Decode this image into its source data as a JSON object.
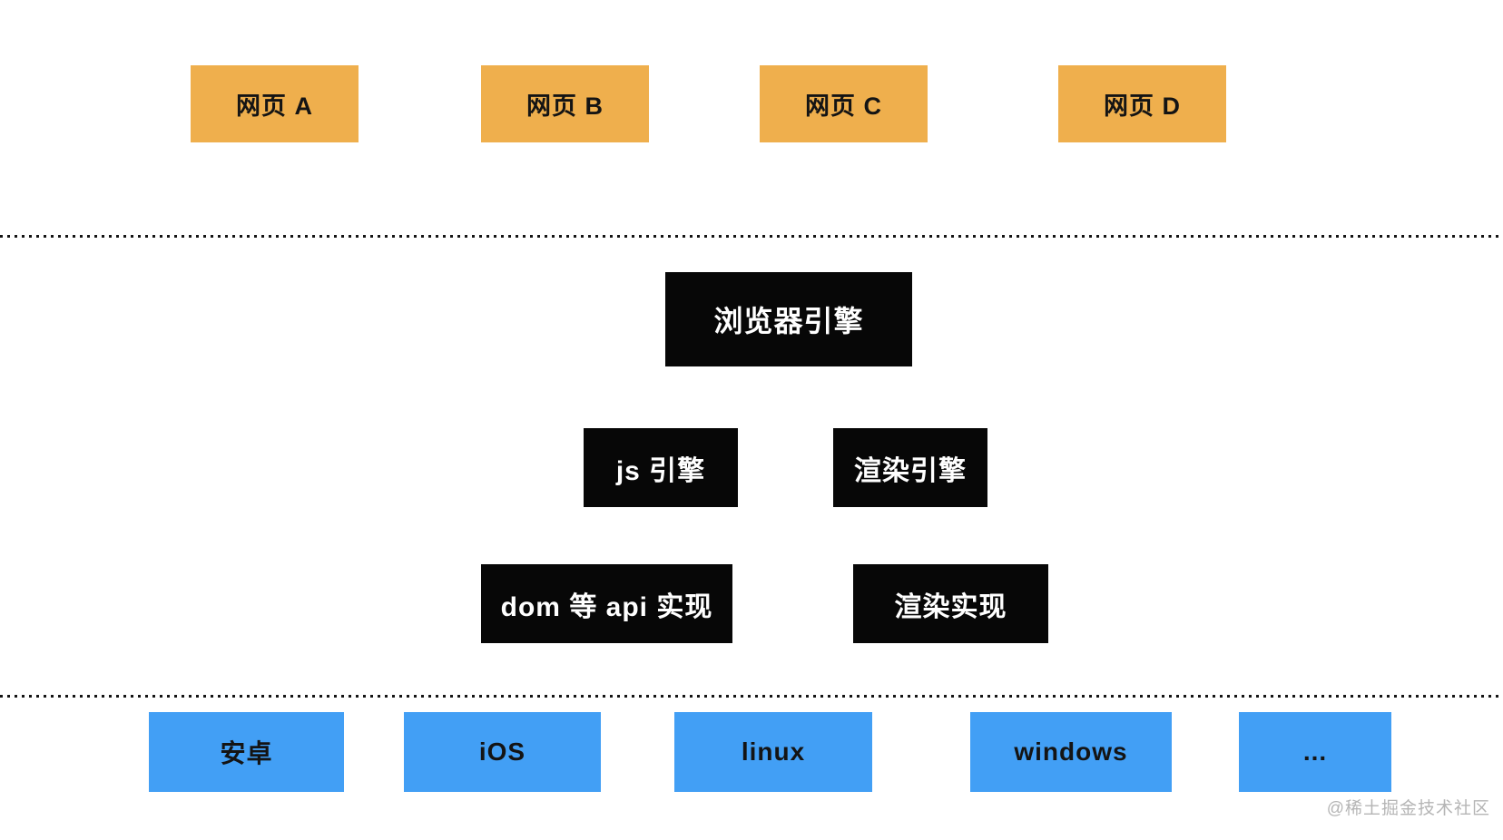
{
  "colors": {
    "webpage_fill": "#efaf4d",
    "engine_fill": "#070707",
    "platform_fill": "#429ff5",
    "dot_color": "#141414",
    "watermark_color": "#b5b5b5"
  },
  "layers": {
    "webpages": {
      "items": [
        {
          "label": "网页 A"
        },
        {
          "label": "网页 B"
        },
        {
          "label": "网页 C"
        },
        {
          "label": "网页 D"
        }
      ]
    },
    "browser_engine": {
      "label": "浏览器引擎"
    },
    "engine_row": {
      "items": [
        {
          "label": "js 引擎"
        },
        {
          "label": "渲染引擎"
        }
      ]
    },
    "impl_row": {
      "items": [
        {
          "label": "dom 等 api 实现"
        },
        {
          "label": "渲染实现"
        }
      ]
    },
    "platforms": {
      "items": [
        {
          "label": "安卓"
        },
        {
          "label": "iOS"
        },
        {
          "label": "linux"
        },
        {
          "label": "windows"
        },
        {
          "label": "..."
        }
      ]
    }
  },
  "watermark": {
    "label": "@稀土掘金技术社区"
  }
}
